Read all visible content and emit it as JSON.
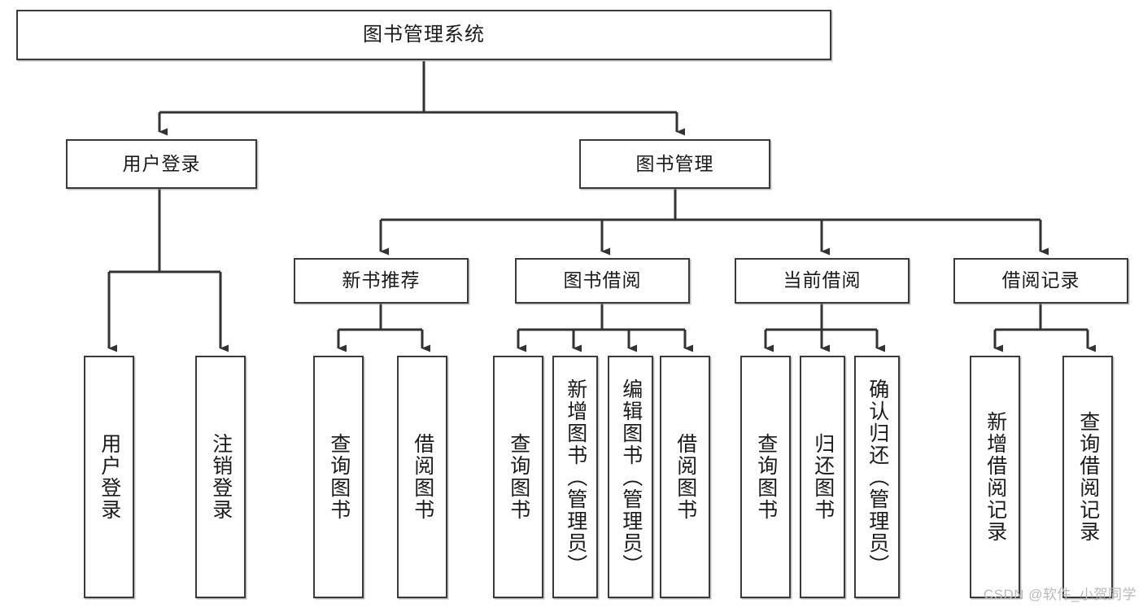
{
  "diagram": {
    "title": "图书管理系统",
    "type": "hierarchy-tree",
    "watermark": "CSDN @软件_小贺同学",
    "colors": {
      "box_border": "#3a3a3a",
      "box_fill": "#ffffff",
      "connector": "#333333",
      "text": "#1a1a1a",
      "watermark": "#b9b9b9"
    },
    "nodes": {
      "root": {
        "label": "图书管理系统",
        "level": 1,
        "orientation": "horizontal"
      },
      "user_login": {
        "label": "用户登录",
        "level": 2,
        "orientation": "horizontal"
      },
      "book_manage": {
        "label": "图书管理",
        "level": 2,
        "orientation": "horizontal"
      },
      "new_book_rec": {
        "label": "新书推荐",
        "level": 3,
        "orientation": "horizontal"
      },
      "book_borrow": {
        "label": "图书借阅",
        "level": 3,
        "orientation": "horizontal"
      },
      "current_borrow": {
        "label": "当前借阅",
        "level": 3,
        "orientation": "horizontal"
      },
      "borrow_record": {
        "label": "借阅记录",
        "level": 3,
        "orientation": "horizontal"
      },
      "leaf_user_login": {
        "label": "用户登录",
        "level": 4,
        "orientation": "vertical"
      },
      "leaf_logout": {
        "label": "注销登录",
        "level": 4,
        "orientation": "vertical"
      },
      "leaf_query_book_1": {
        "label": "查询图书",
        "level": 4,
        "orientation": "vertical"
      },
      "leaf_borrow_book_1": {
        "label": "借阅图书",
        "level": 4,
        "orientation": "vertical"
      },
      "leaf_query_book_2": {
        "label": "查询图书",
        "level": 4,
        "orientation": "vertical"
      },
      "leaf_add_book": {
        "label": "新增图书（管理员）",
        "level": 4,
        "orientation": "vertical"
      },
      "leaf_edit_book": {
        "label": "编辑图书（管理员）",
        "level": 4,
        "orientation": "vertical"
      },
      "leaf_borrow_book_2": {
        "label": "借阅图书",
        "level": 4,
        "orientation": "vertical"
      },
      "leaf_query_book_3": {
        "label": "查询图书",
        "level": 4,
        "orientation": "vertical"
      },
      "leaf_return_book": {
        "label": "归还图书",
        "level": 4,
        "orientation": "vertical"
      },
      "leaf_confirm_return": {
        "label": "确认归还（管理员）",
        "level": 4,
        "orientation": "vertical"
      },
      "leaf_add_record": {
        "label": "新增借阅记录",
        "level": 4,
        "orientation": "vertical"
      },
      "leaf_query_record": {
        "label": "查询借阅记录",
        "level": 4,
        "orientation": "vertical"
      }
    },
    "edges": [
      {
        "from": "root",
        "to": "user_login"
      },
      {
        "from": "root",
        "to": "book_manage"
      },
      {
        "from": "user_login",
        "to": "leaf_user_login"
      },
      {
        "from": "user_login",
        "to": "leaf_logout"
      },
      {
        "from": "book_manage",
        "to": "new_book_rec"
      },
      {
        "from": "book_manage",
        "to": "book_borrow"
      },
      {
        "from": "book_manage",
        "to": "current_borrow"
      },
      {
        "from": "book_manage",
        "to": "borrow_record"
      },
      {
        "from": "new_book_rec",
        "to": "leaf_query_book_1"
      },
      {
        "from": "new_book_rec",
        "to": "leaf_borrow_book_1"
      },
      {
        "from": "book_borrow",
        "to": "leaf_query_book_2"
      },
      {
        "from": "book_borrow",
        "to": "leaf_add_book"
      },
      {
        "from": "book_borrow",
        "to": "leaf_edit_book"
      },
      {
        "from": "book_borrow",
        "to": "leaf_borrow_book_2"
      },
      {
        "from": "current_borrow",
        "to": "leaf_query_book_3"
      },
      {
        "from": "current_borrow",
        "to": "leaf_return_book"
      },
      {
        "from": "current_borrow",
        "to": "leaf_confirm_return"
      },
      {
        "from": "borrow_record",
        "to": "leaf_add_record"
      },
      {
        "from": "borrow_record",
        "to": "leaf_query_record"
      }
    ]
  }
}
